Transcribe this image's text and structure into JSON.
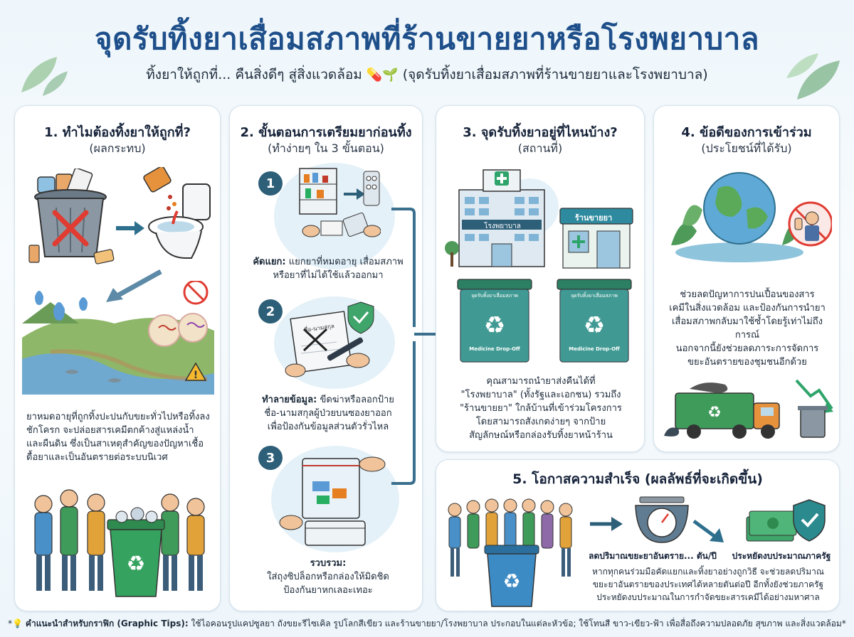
{
  "header": {
    "title": "จุดรับทิ้งยาเสื่อมสภาพที่ร้านขายยาหรือโรงพยาบาล",
    "subtitle_main": "ทิ้งยาให้ถูกที่... คืนสิ่งดีๆ สู่สิ่งแวดล้อม",
    "subtitle_emoji": "💊🌱",
    "subtitle_paren": "(จุดรับทิ้งยาเสื่อมสภาพที่ร้านขายยาและโรงพยาบาล)"
  },
  "panel1": {
    "title": "1. ทำไมต้องทิ้งยาให้ถูกที่?",
    "subtitle": "(ผลกระทบ)",
    "text_lines": [
      "ยาหมดอายุที่ถูกทิ้งปะปนกับขยะทั่วไปหรือทิ้งลง",
      "ชักโครก จะปล่อยสารเคมีตกค้างสู่แหล่งน้ำ",
      "และผืนดิน ซึ่งเป็นสาเหตุสำคัญของปัญหาเชื้อ",
      "ดื้อยาและเป็นอันตรายต่อระบบนิเวศ"
    ]
  },
  "panel2": {
    "title": "2. ขั้นตอนการเตรียมยาก่อนทิ้ง",
    "subtitle": "(ทำง่ายๆ ใน 3 ขั้นตอน)",
    "steps": [
      {
        "num": "1",
        "label": "คัดแยก:",
        "line1": "แยกยาที่หมดอายุ เสื่อมสภาพ",
        "line2": "หรือยาที่ไม่ได้ใช้แล้วออกมา"
      },
      {
        "num": "2",
        "label": "ทำลายข้อมูล:",
        "line1": "ขีดฆ่าหรือลอกป้าย",
        "line2": "ชื่อ-นามสกุลผู้ป่วยบนซองยาออก",
        "line3": "เพื่อป้องกันข้อมูลส่วนตัวรั่วไหล",
        "envelope": "ชื่อ-นามสกุล"
      },
      {
        "num": "3",
        "label": "รวบรวม:",
        "line1": "ใส่ถุงซิปล็อกหรือกล่องให้มิดชิด",
        "line2": "ป้องกันยาหกเลอะเทอะ"
      }
    ]
  },
  "panel3": {
    "title": "3. จุดรับทิ้งยาอยู่ที่ไหนบ้าง?",
    "subtitle": "(สถานที่)",
    "hospital_sign": "โรงพยาบาล",
    "pharmacy_sign": "ร้านขายยา",
    "bin_top": "จุดรับทิ้งยาเสื่อมสภาพ",
    "bin_bottom": "Medicine Drop-Off",
    "text_lines": [
      "คุณสามารถนำยาส่งคืนได้ที่",
      "\"โรงพยาบาล\" (ทั้งรัฐและเอกชน) รวมถึง",
      "\"ร้านขายยา\" ใกล้บ้านที่เข้าร่วมโครงการ",
      "โดยสามารถสังเกตง่ายๆ จากป้าย",
      "สัญลักษณ์หรือกล่องรับทิ้งยาหน้าร้าน"
    ]
  },
  "panel4": {
    "title": "4. ข้อดีของการเข้าร่วม",
    "subtitle": "(ประโยชน์ที่ได้รับ)",
    "text_lines": [
      "ช่วยลดปัญหาการปนเปื้อนของสาร",
      "เคมีในสิ่งแวดล้อม และป้องกันการนำยา",
      "เสื่อมสภาพกลับมาใช้ซ้ำโดยรู้เท่าไม่ถึงการณ์",
      "นอกจากนี้ยังช่วยลดภาระการจัดการ",
      "ขยะอันตรายของชุมชนอีกด้วย"
    ]
  },
  "panel5": {
    "title": "5. โอกาสความสำเร็จ (ผลลัพธ์ที่จะเกิดขึ้น)",
    "label_left": "ลดปริมาณขยะยาอันตราย... ตัน/ปี",
    "label_right": "ประหยัดงบประมาณภาครัฐ",
    "text_lines": [
      "หากทุกคนร่วมมือคัดแยกและทิ้งยาอย่างถูกวิธี จะช่วยลดปริมาณ",
      "ขยะยาอันตรายของประเทศได้หลายตันต่อปี อีกทั้งยังช่วยภาครัฐ",
      "ประหยัดงบประมาณในการกำจัดขยะสารเคมีได้อย่างมหาศาล"
    ]
  },
  "footer": {
    "prefix": "*💡",
    "label": "คำแนะนำสำหรับกราฟิก (Graphic Tips):",
    "text": "ใช้ไอคอนรูปแคปซูลยา ถังขยะรีไซเคิล รูปโลกสีเขียว และร้านขายยา/โรงพยาบาล ประกอบในแต่ละหัวข้อ; ใช้โทนสี ขาว-เขียว-ฟ้า เพื่อสื่อถึงความปลอดภัย สุขภาพ และสิ่งแวดล้อม*"
  },
  "colors": {
    "title": "#1e4f8a",
    "accent_teal": "#2e5f78",
    "bin_green": "#2f9e5f",
    "bin_blue": "#2a6f9e"
  }
}
